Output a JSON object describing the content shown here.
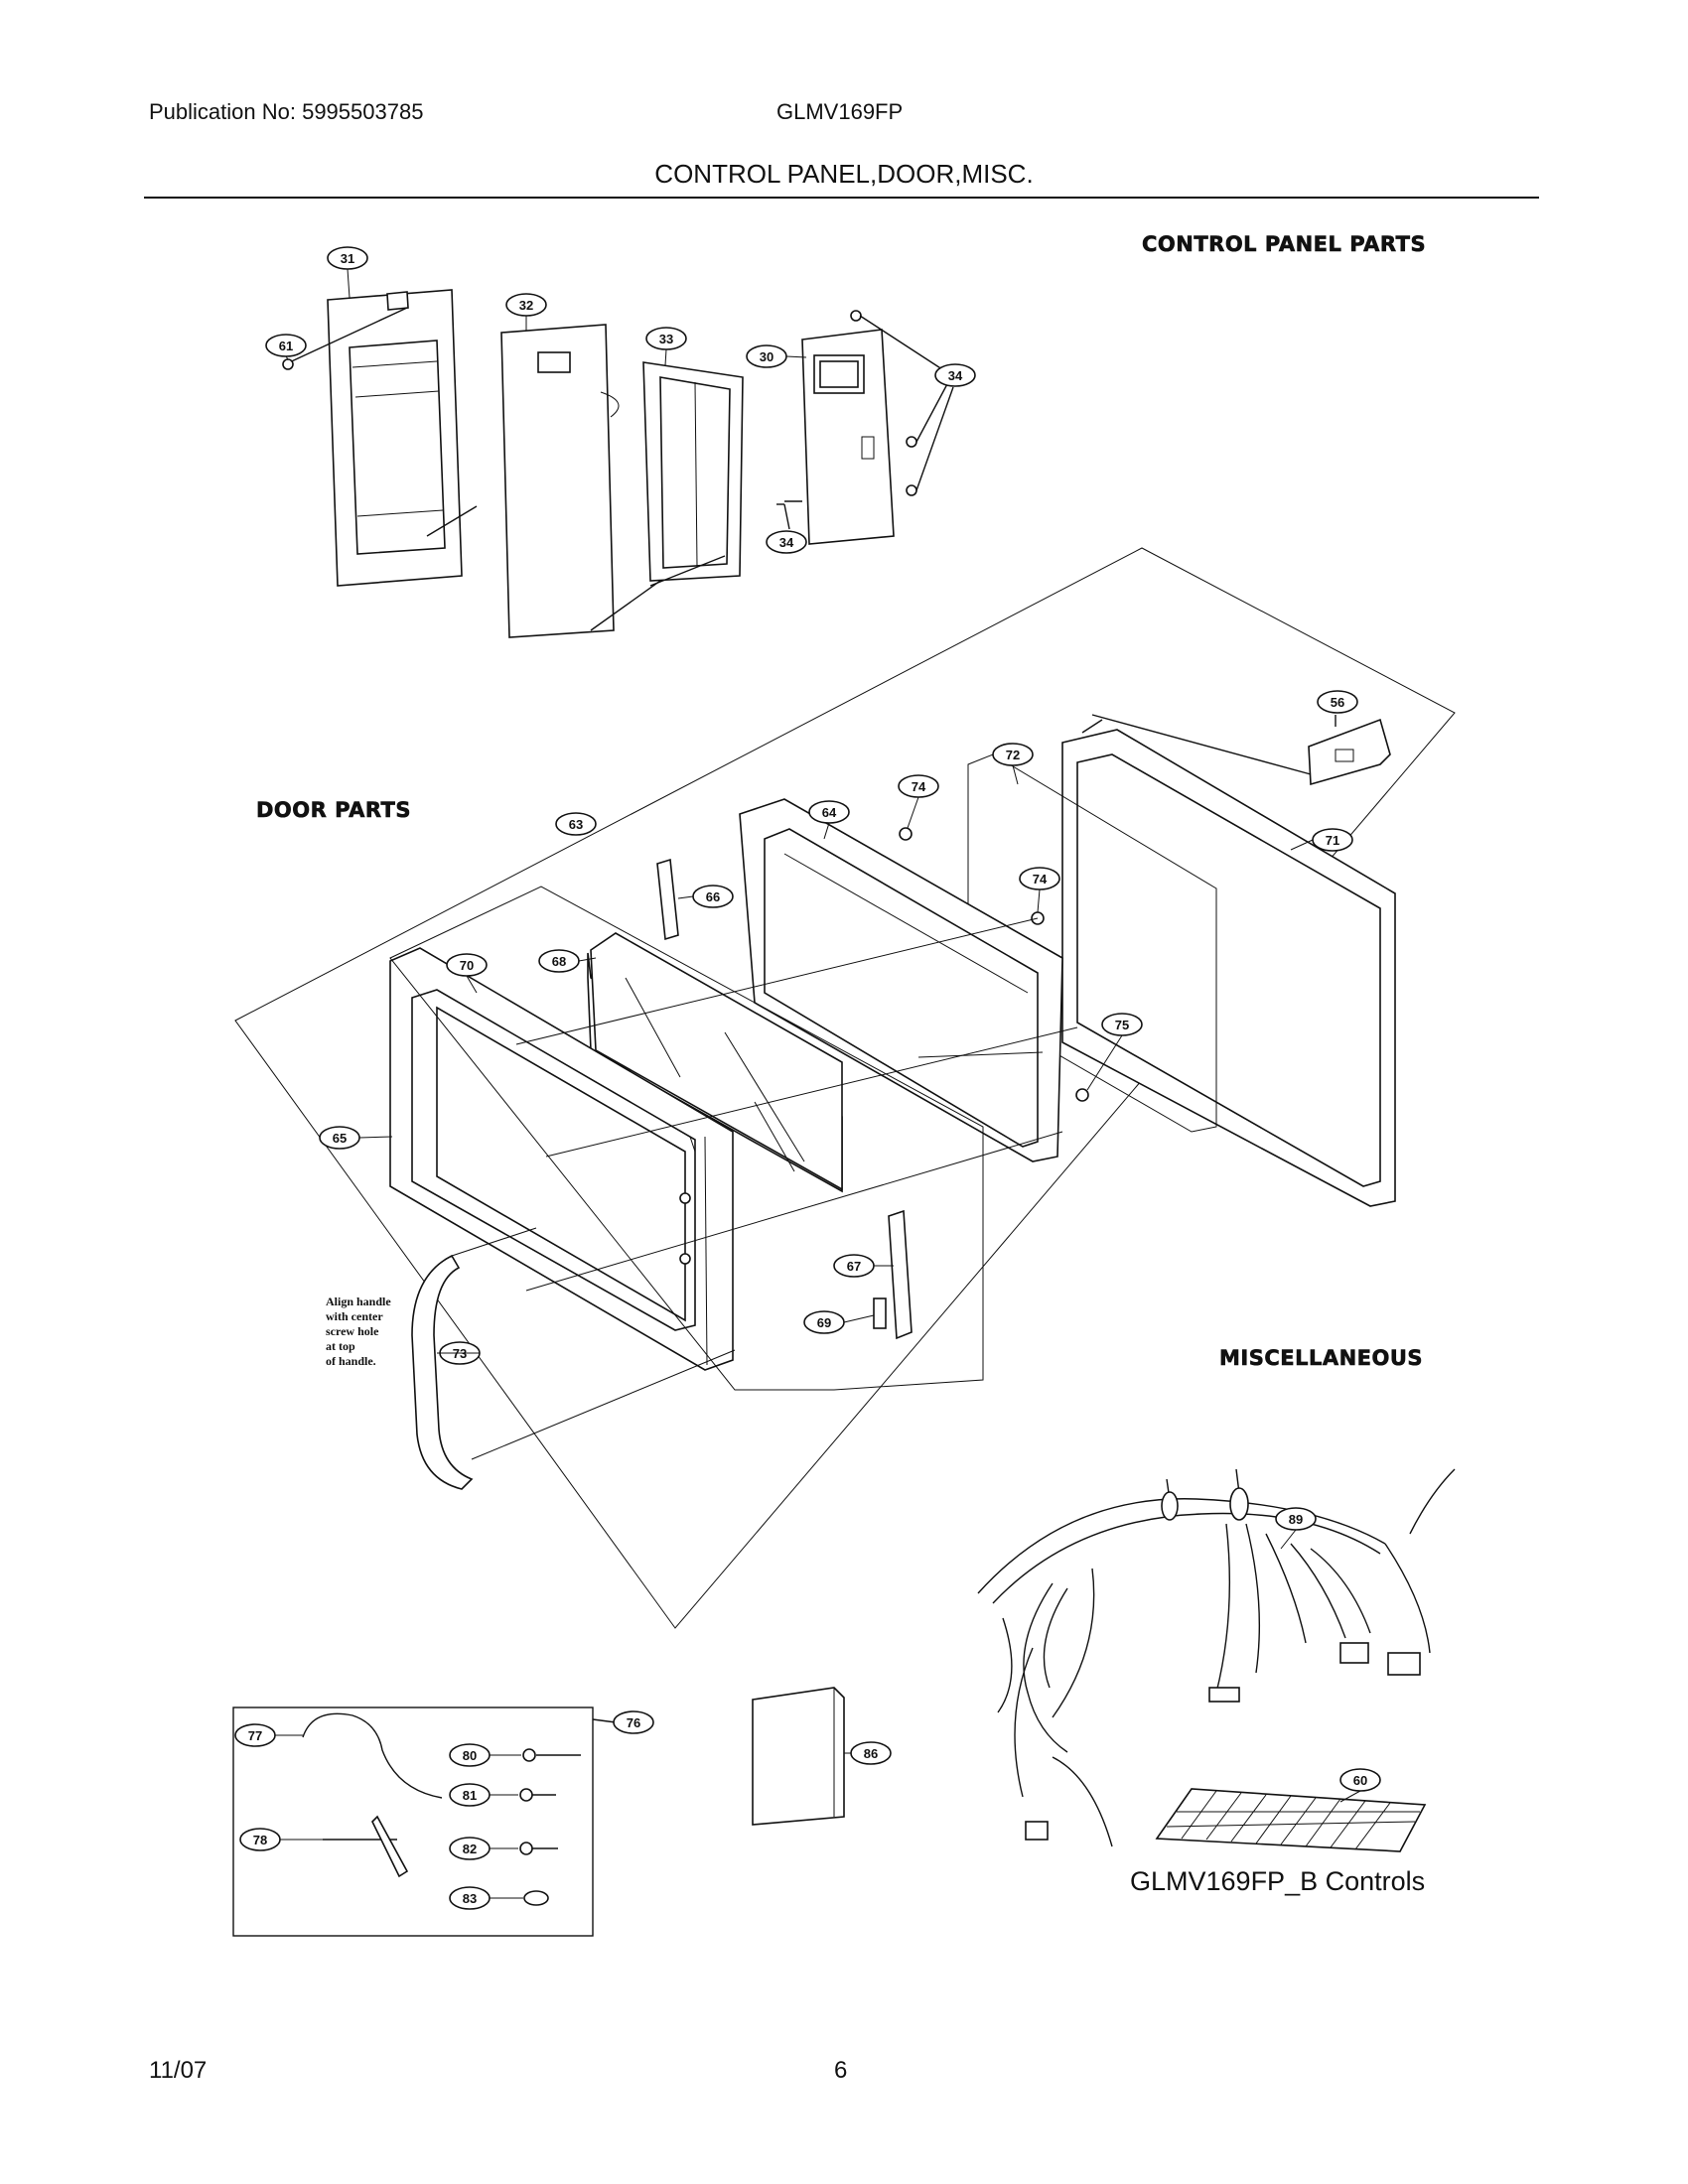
{
  "header": {
    "publication": "Publication No: 5995503785",
    "model": "GLMV169FP",
    "title": "CONTROL PANEL,DOOR,MISC."
  },
  "sections": {
    "control_panel": "CONTROL PANEL PARTS",
    "door": "DOOR PARTS",
    "misc": "MISCELLANEOUS"
  },
  "note": [
    "Align handle",
    "with center",
    "screw hole",
    "at top",
    "of handle."
  ],
  "caption": "GLMV169FP_B Controls",
  "footer": {
    "date": "11/07",
    "page": "6"
  },
  "callouts": [
    "31",
    "61",
    "32",
    "33",
    "30",
    "34",
    "34",
    "56",
    "72",
    "71",
    "64",
    "74",
    "74",
    "63",
    "66",
    "70",
    "68",
    "65",
    "75",
    "67",
    "69",
    "73",
    "89",
    "77",
    "76",
    "80",
    "81",
    "78",
    "82",
    "83",
    "86",
    "60"
  ]
}
